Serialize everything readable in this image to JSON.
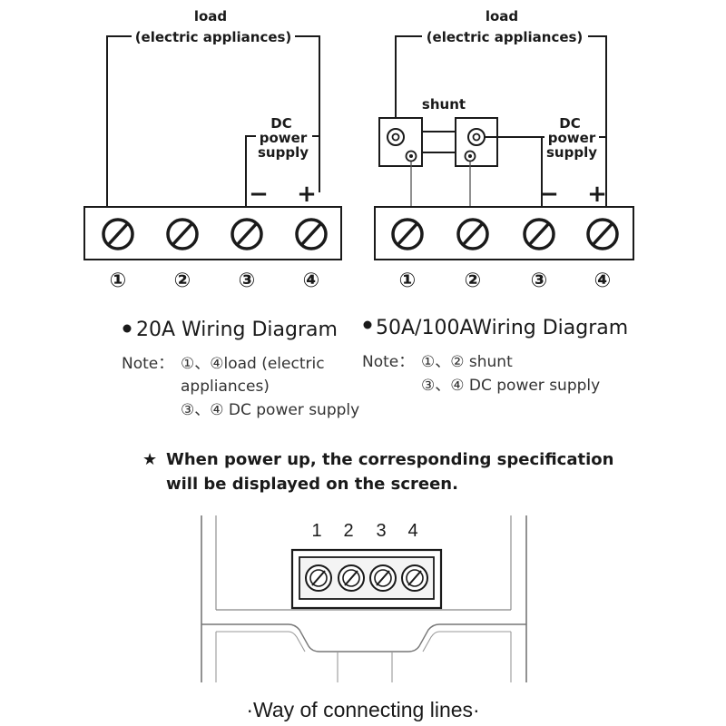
{
  "left_diagram": {
    "load_label": "load",
    "load_sub_label": "(electric appliances)",
    "dc_label_1": "DC",
    "dc_label_2": "power",
    "dc_label_3": "supply",
    "minus": "−",
    "plus": "+",
    "terminals": [
      "①",
      "②",
      "③",
      "④"
    ],
    "title": "20A  Wiring  Diagram",
    "note_prefix": "Note：",
    "note_lines": [
      "①、④load (electric",
      "appliances)",
      "③、④ DC power supply"
    ]
  },
  "right_diagram": {
    "load_label": "load",
    "load_sub_label": "(electric appliances)",
    "shunt_label": "shunt",
    "dc_label_1": "DC",
    "dc_label_2": "power",
    "dc_label_3": "supply",
    "minus": "−",
    "plus": "+",
    "terminals": [
      "①",
      "②",
      "③",
      "④"
    ],
    "title": "50A/100AWiring Diagram",
    "note_prefix": "Note：",
    "note_lines": [
      "①、② shunt",
      "③、④ DC power supply"
    ]
  },
  "power_note": {
    "star": "★",
    "line1": "When power up, the corresponding specification",
    "line2": "will be displayed on the screen."
  },
  "device": {
    "terminal_numbers": [
      "1",
      "2",
      "3",
      "4"
    ]
  },
  "caption": "·Way of connecting lines·"
}
